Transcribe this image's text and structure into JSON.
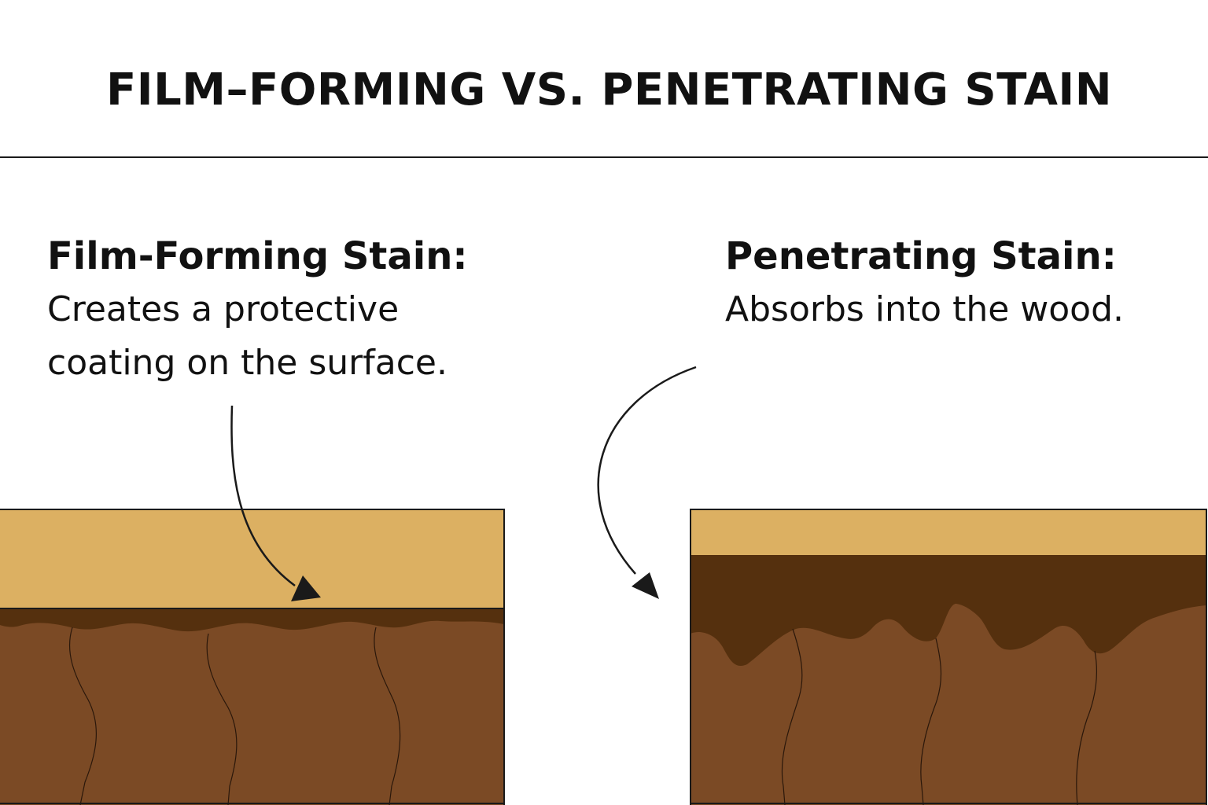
{
  "title": "FILM–FORMING VS. PENETRATING STAIN",
  "panels": {
    "film_forming": {
      "heading": "Film-Forming Stain:",
      "description": "Creates a protective coating on the surface."
    },
    "penetrating": {
      "heading": "Penetrating Stain:",
      "description": "Absorbs into the wood."
    }
  },
  "colors": {
    "stain_film": "#dcb062",
    "wood": "#7b4a25",
    "absorbed_stain": "#55300e",
    "outline": "#1a1a1a"
  }
}
